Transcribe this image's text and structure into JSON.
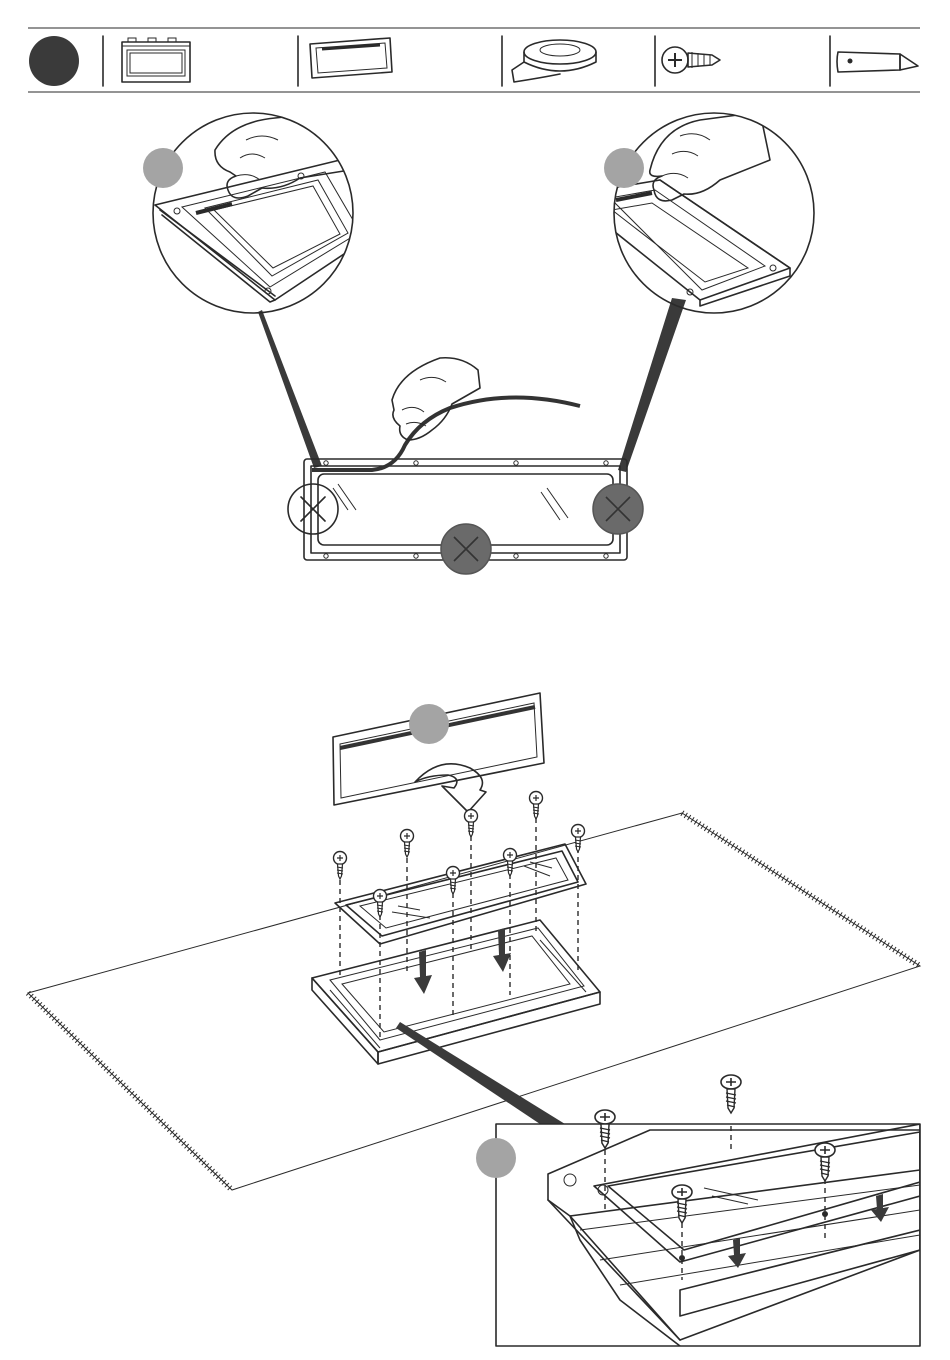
{
  "header": {
    "step_marker_color": "#3a3a3a",
    "parts": [
      {
        "icon": "frame-panel-icon"
      },
      {
        "icon": "glass-pane-icon"
      },
      {
        "icon": "tape-roll-icon"
      },
      {
        "icon": "screw-icon"
      },
      {
        "icon": "utility-knife-icon"
      }
    ]
  },
  "badges": {
    "light_color": "#a4a4a4",
    "dark_color": "#6a6a6a"
  },
  "checkpoints": [
    {
      "state": "ok"
    },
    {
      "state": "check"
    },
    {
      "state": "check"
    }
  ]
}
